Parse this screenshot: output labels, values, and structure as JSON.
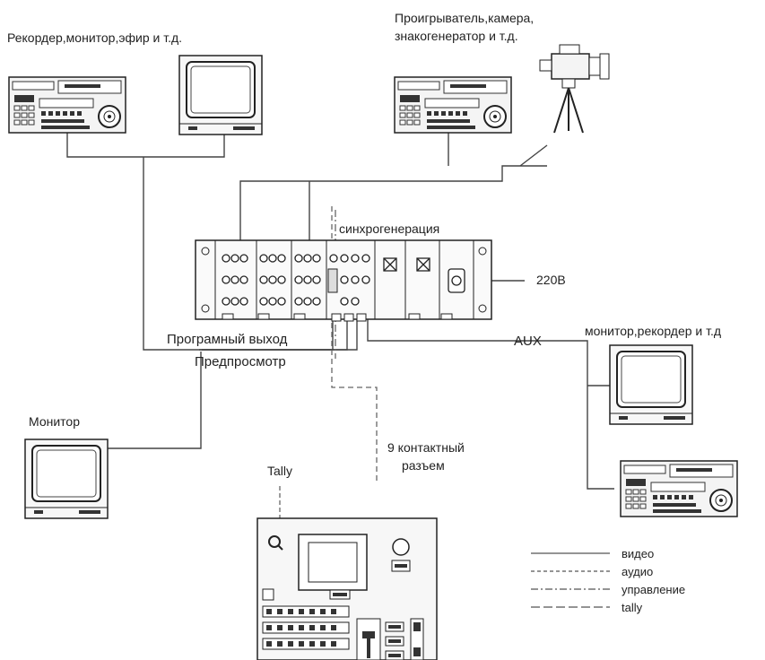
{
  "labels": {
    "recorder_group": "Рекордер,монитор,эфир и т.д.",
    "player_group_line1": "Проигрыватель,камера,",
    "player_group_line2": "знакогенератор и т.д.",
    "sync": "синхрогенерация",
    "power": "220В",
    "program_out": "Програмный выход",
    "preview": "Предпросмотр",
    "aux": "AUX",
    "aux_group": "монитор,рекордер и т.д",
    "monitor": "Монитор",
    "connector_line1": "9 контактный",
    "connector_line2": "разъем",
    "tally": "Tally"
  },
  "legend": [
    {
      "style": "solid",
      "label": "видео"
    },
    {
      "style": "dashed",
      "label": "аудио"
    },
    {
      "style": "dashdot",
      "label": "управление"
    },
    {
      "style": "longdash",
      "label": "tally"
    }
  ]
}
